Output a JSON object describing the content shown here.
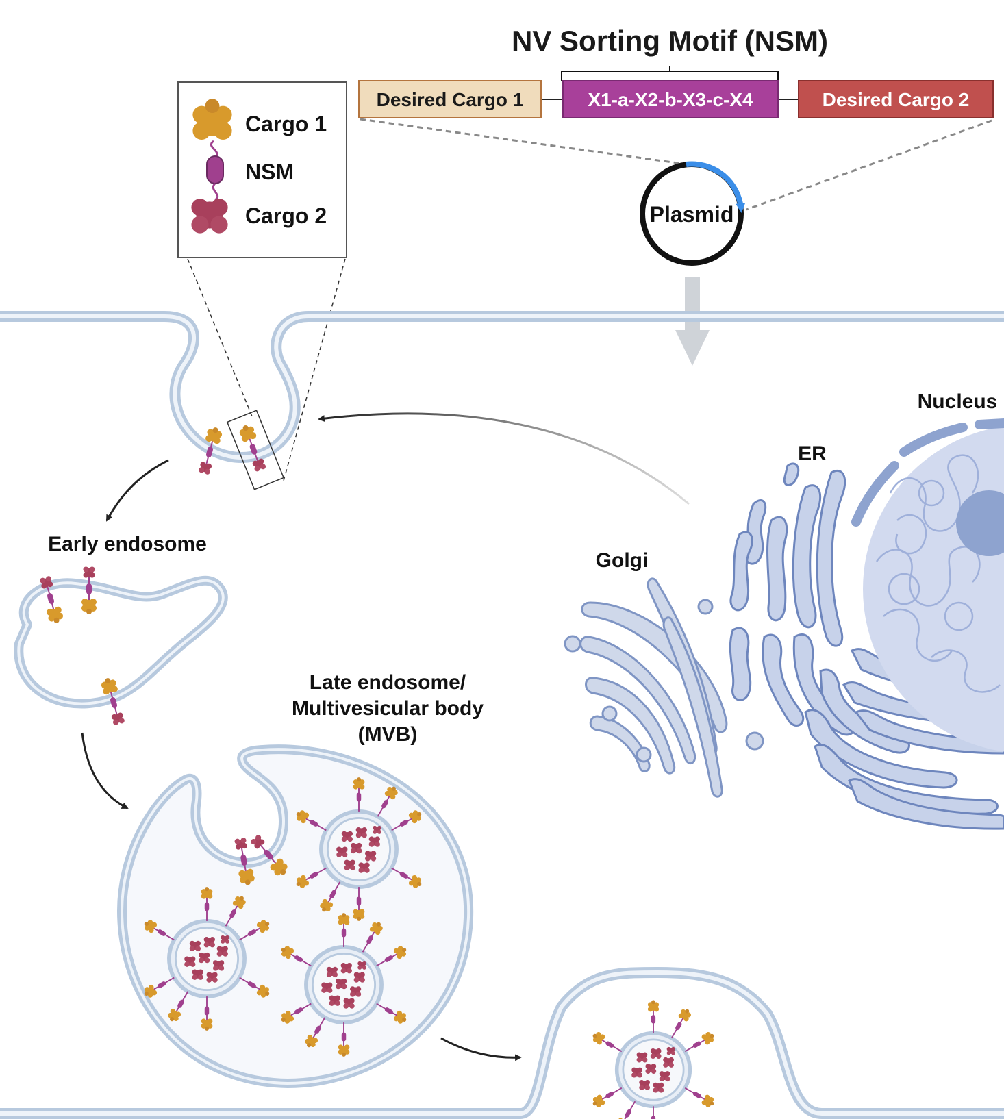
{
  "title": "NV Sorting Motif (NSM)",
  "construct": {
    "cargo1_label": "Desired Cargo 1",
    "nsm_label": "X1-a-X2-b-X3-c-X4",
    "cargo2_label": "Desired Cargo 2"
  },
  "plasmid_label": "Plasmid",
  "legend": {
    "cargo1": "Cargo 1",
    "nsm": "NSM",
    "cargo2": "Cargo 2"
  },
  "organelles": {
    "nucleus": "Nucleus",
    "er": "ER",
    "golgi": "Golgi",
    "early_endosome": "Early endosome",
    "mvb_line1": "Late endosome/",
    "mvb_line2": "Multivesicular body",
    "mvb_line3": "(MVB)"
  },
  "colors": {
    "cargo1": "#d89a2c",
    "cargo2": "#a8405c",
    "nsm": "#a0408e",
    "cargo1_box_fill": "#f0dcbc",
    "cargo2_box_fill": "#c0504e",
    "nsm_box_fill": "#a8409a",
    "membrane": "#b7c9de",
    "organelle": "#8ea3cf",
    "plasmid_arrow": "#3b8ee8",
    "arrow_gray": "#cfd3d8"
  }
}
